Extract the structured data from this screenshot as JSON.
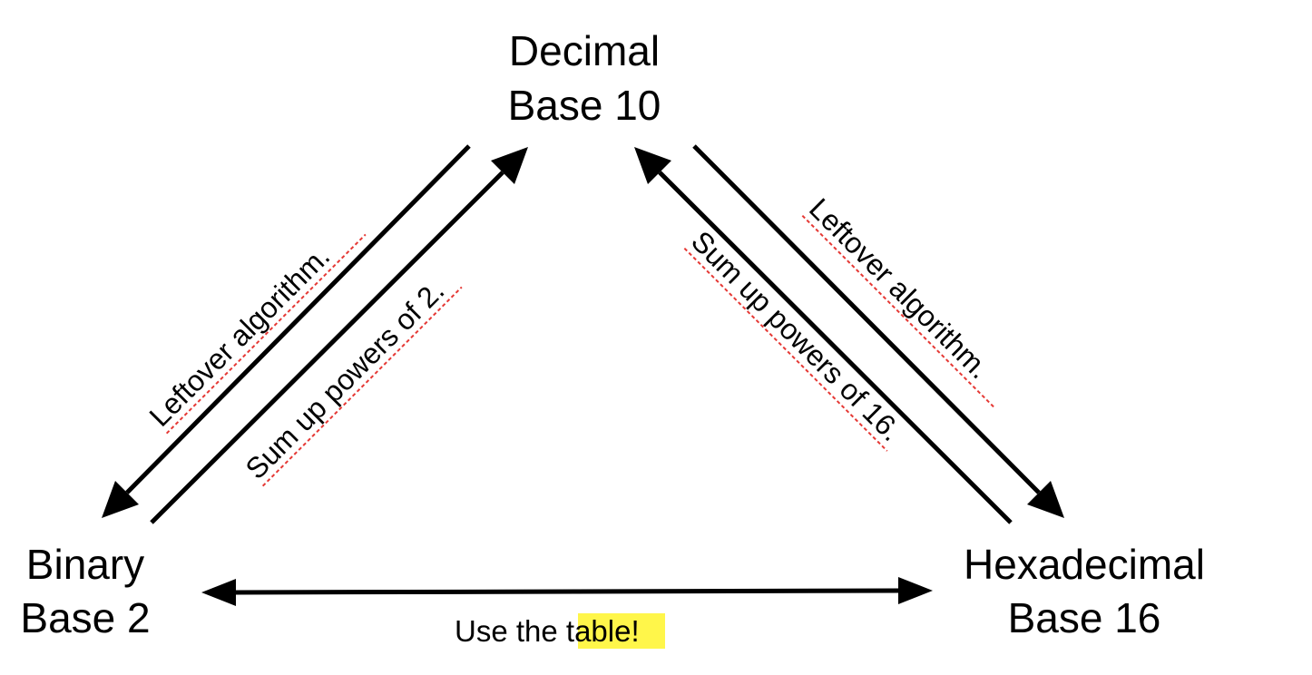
{
  "nodes": {
    "decimal": {
      "name": "Decimal",
      "base": "Base 10"
    },
    "binary": {
      "name": "Binary",
      "base": "Base 2"
    },
    "hexadecimal": {
      "name": "Hexadecimal",
      "base": "Base 16"
    }
  },
  "edges": {
    "decimal_to_binary": "Leftover algorithm.",
    "binary_to_decimal": "Sum up powers of 2.",
    "hex_to_decimal": "Sum up powers of 16.",
    "decimal_to_hex": "Leftover algorithm.",
    "binary_hex": {
      "prefix": "Use the ",
      "highlight": "table!"
    }
  },
  "colors": {
    "ink": "#000000",
    "highlight": "#fff64a",
    "spellcheck_underline": "#e53935"
  }
}
